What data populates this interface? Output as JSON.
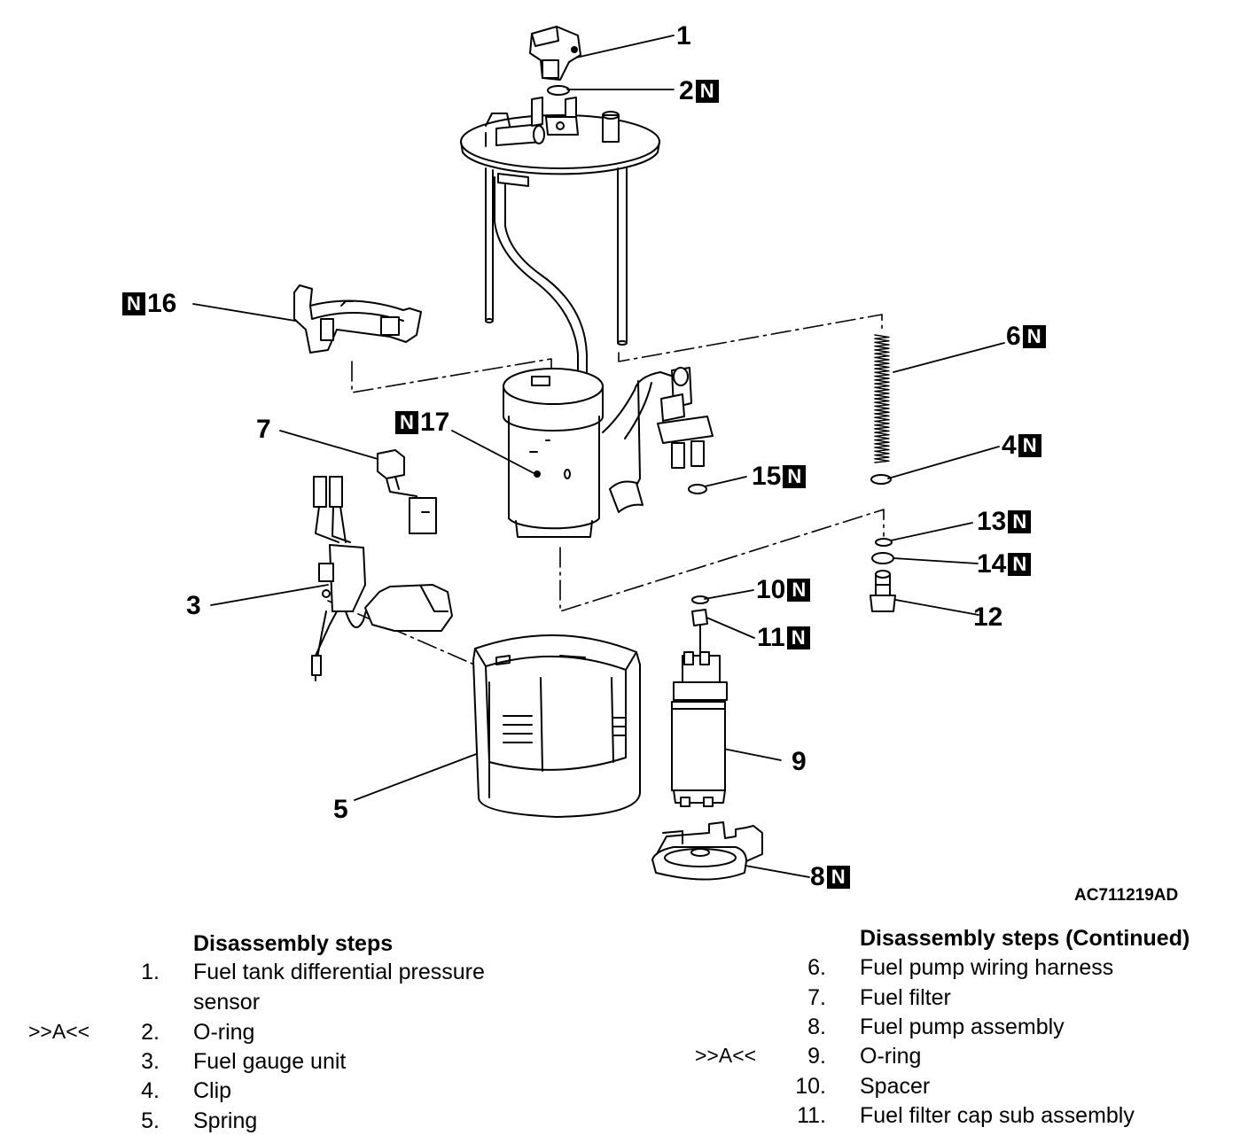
{
  "diagram": {
    "reference_code": "AC711219AD",
    "new_part_marker": "N",
    "callouts": [
      {
        "id": "1",
        "new_part": false
      },
      {
        "id": "2",
        "new_part": true
      },
      {
        "id": "3",
        "new_part": false
      },
      {
        "id": "4",
        "new_part": true
      },
      {
        "id": "5",
        "new_part": false
      },
      {
        "id": "6",
        "new_part": true
      },
      {
        "id": "7",
        "new_part": false
      },
      {
        "id": "8",
        "new_part": true
      },
      {
        "id": "9",
        "new_part": false
      },
      {
        "id": "10",
        "new_part": true
      },
      {
        "id": "11",
        "new_part": true
      },
      {
        "id": "12",
        "new_part": false
      },
      {
        "id": "13",
        "new_part": true
      },
      {
        "id": "14",
        "new_part": true
      },
      {
        "id": "15",
        "new_part": true
      },
      {
        "id": "16",
        "new_part": true
      },
      {
        "id": "17",
        "new_part": true
      }
    ]
  },
  "steps_left": {
    "title": "Disassembly steps",
    "items": [
      {
        "mark": "",
        "num": "1.",
        "text": "Fuel tank differential pressure",
        "text2": "sensor"
      },
      {
        "mark": ">>A<<",
        "num": "2.",
        "text": "O-ring"
      },
      {
        "mark": "",
        "num": "3.",
        "text": "Fuel gauge unit"
      },
      {
        "mark": "",
        "num": "4.",
        "text": "Clip"
      },
      {
        "mark": "",
        "num": "5.",
        "text": "Spring"
      }
    ]
  },
  "steps_right": {
    "title": "Disassembly steps (Continued)",
    "items": [
      {
        "mark": "",
        "num": "6.",
        "text": "Fuel pump wiring harness"
      },
      {
        "mark": "",
        "num": "7.",
        "text": "Fuel filter"
      },
      {
        "mark": "",
        "num": "8.",
        "text": "Fuel pump assembly"
      },
      {
        "mark": ">>A<<",
        "num": "9.",
        "text": "O-ring"
      },
      {
        "mark": "",
        "num": "10.",
        "text": "Spacer"
      },
      {
        "mark": "",
        "num": "11.",
        "text": "Fuel filter cap sub assembly"
      }
    ]
  }
}
